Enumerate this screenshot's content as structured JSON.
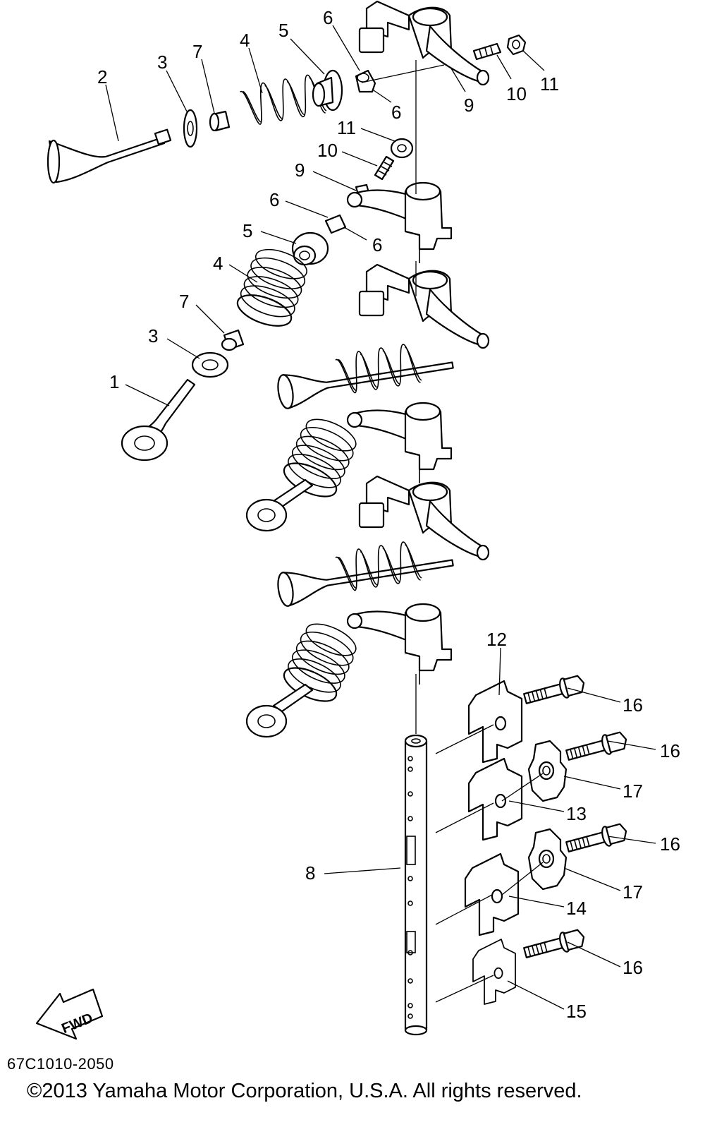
{
  "callouts": {
    "p1": "1",
    "p2": "2",
    "p3": "3",
    "p4": "4",
    "p5": "5",
    "p6": "6",
    "p7": "7",
    "p8": "8",
    "p9": "9",
    "p10": "10",
    "p11": "11",
    "p12": "12",
    "p13": "13",
    "p14": "14",
    "p15": "15",
    "p16": "16",
    "p17": "17"
  },
  "fwd_label": "FWD",
  "diagram_code": "67C1010-2050",
  "copyright": "©2013 Yamaha Motor Corporation, U.S.A. All rights reserved."
}
